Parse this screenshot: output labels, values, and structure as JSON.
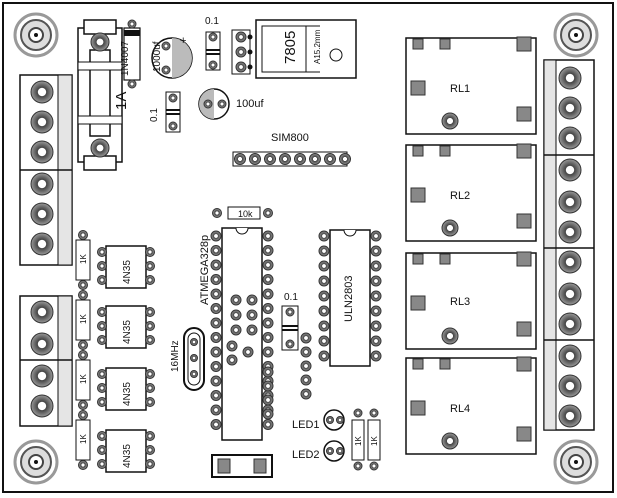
{
  "labels": {
    "fuse": "1A",
    "diode": "1N4007",
    "cap_1000": "1000uf",
    "cap_100": "100uf",
    "cap_small_top": "0.1",
    "cap_small_left": "0.1",
    "cap_small_mid": "0.1",
    "regulator": "7805",
    "heatsink": "A15.2mm",
    "gsm_module": "SIM800",
    "resistor_top": "10k",
    "mcu": "ATMEGA328p",
    "driver": "ULN2803",
    "crystal": "16MHz",
    "led1": "LED1",
    "led2": "LED2",
    "res_1k": "1K",
    "opto1": "4N35",
    "opto2": "4N35",
    "opto3": "4N35",
    "opto4": "4N35",
    "relay1": "RL1",
    "relay2": "RL2",
    "relay3": "RL3",
    "relay4": "RL4"
  },
  "colors": {
    "ink": "#111111",
    "pad_fill": "#8a8a8a",
    "pad_ring": "#555555",
    "terminal_fill": "#cfcfcf",
    "board_bg": "#ffffff"
  }
}
